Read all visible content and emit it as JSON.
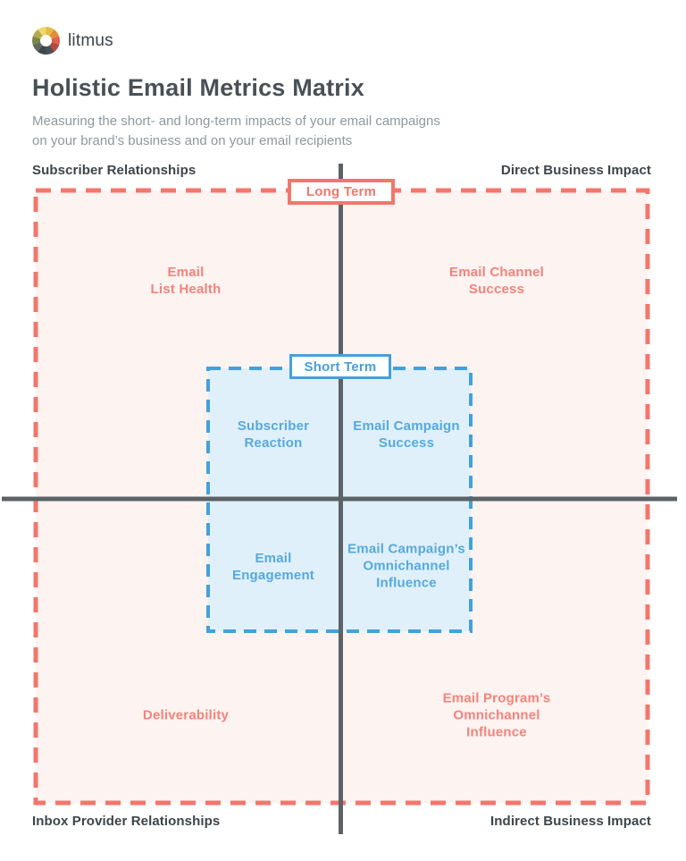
{
  "brand": {
    "name": "litmus",
    "logo_wheel_colors": [
      "#e3bc4a",
      "#e08e3c",
      "#dd6050",
      "#b04a42",
      "#4a5258",
      "#3f474d",
      "#5f6a64",
      "#7d8549",
      "#b3ac4e",
      "#ecd96a"
    ]
  },
  "header": {
    "title": "Holistic Email Metrics Matrix",
    "subtitle_line1": "Measuring the short- and long-term impacts of your email campaigns",
    "subtitle_line2": "on your brand’s business and on your email recipients"
  },
  "matrix": {
    "corner_labels": {
      "top_left": "Subscriber Relationships",
      "top_right": "Direct Business Impact",
      "bottom_left": "Inbox Provider Relationships",
      "bottom_right": "Indirect Business Impact"
    },
    "badges": {
      "long_term": "Long Term",
      "short_term": "Short Term"
    },
    "long_term_quadrants": [
      {
        "lines": [
          "Email",
          "List Health"
        ]
      },
      {
        "lines": [
          "Email Channel",
          "Success"
        ]
      },
      {
        "lines": [
          "Deliverability"
        ]
      },
      {
        "lines": [
          "Email Program’s",
          "Omnichannel",
          "Influence"
        ]
      }
    ],
    "short_term_quadrants": [
      {
        "lines": [
          "Subscriber",
          "Reaction"
        ]
      },
      {
        "lines": [
          "Email Campaign",
          "Success"
        ]
      },
      {
        "lines": [
          "Email",
          "Engagement"
        ]
      },
      {
        "lines": [
          "Email Campaign’s",
          "Omnichannel",
          "Influence"
        ]
      }
    ]
  },
  "colors": {
    "long_term_accent": "#F3766C",
    "long_term_fill": "#FDF3F1",
    "long_term_text": "#F4837A",
    "short_term_accent": "#45A0DC",
    "short_term_fill": "#DFF0FA",
    "short_term_text": "#56A9DE",
    "axis": "#5B6367",
    "title_text": "#495056",
    "subtitle_text": "#8F989D",
    "corner_label_text": "#3E454A"
  }
}
